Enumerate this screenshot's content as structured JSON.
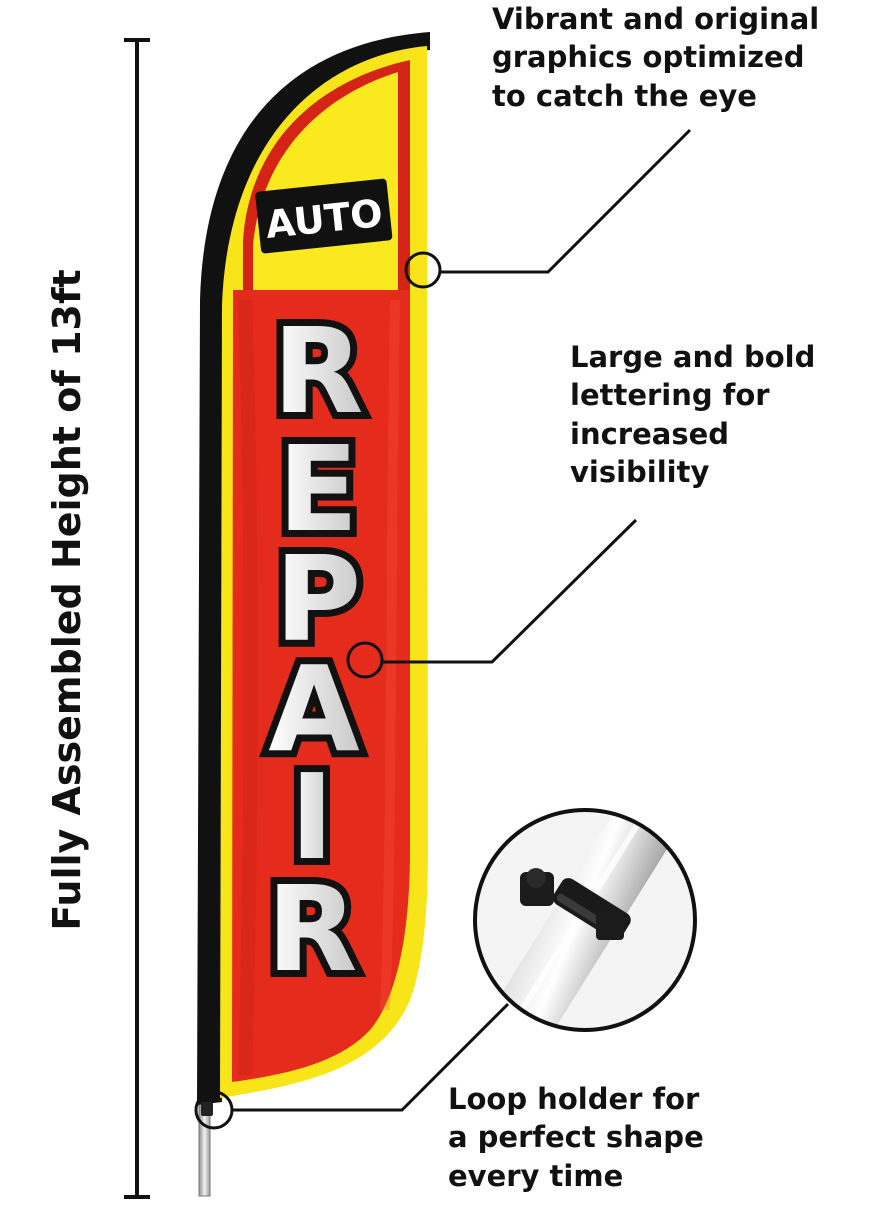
{
  "height_label": "Fully Assembled Height of 13ft",
  "flag": {
    "top_word": "AUTO",
    "main_word_letters": [
      "R",
      "E",
      "P",
      "A",
      "I",
      "R"
    ],
    "colors": {
      "yellow": "#f7e51a",
      "red": "#e42b1c",
      "dark_red": "#b81c10",
      "black": "#111111",
      "letter_white": "#f2f2f2",
      "letter_shade": "#9a9a9a"
    }
  },
  "callouts": {
    "graphics": {
      "lines": [
        "Vibrant and original",
        "graphics optimized",
        "to catch the eye"
      ]
    },
    "lettering": {
      "lines": [
        "Large and bold",
        "lettering for",
        "increased",
        "visibility"
      ]
    },
    "loop": {
      "lines": [
        "Loop holder for",
        "a perfect shape",
        "every time"
      ]
    }
  },
  "icons": {
    "marker": "circle-marker-icon",
    "loop_holder_closeup": "pole-clip-icon"
  }
}
